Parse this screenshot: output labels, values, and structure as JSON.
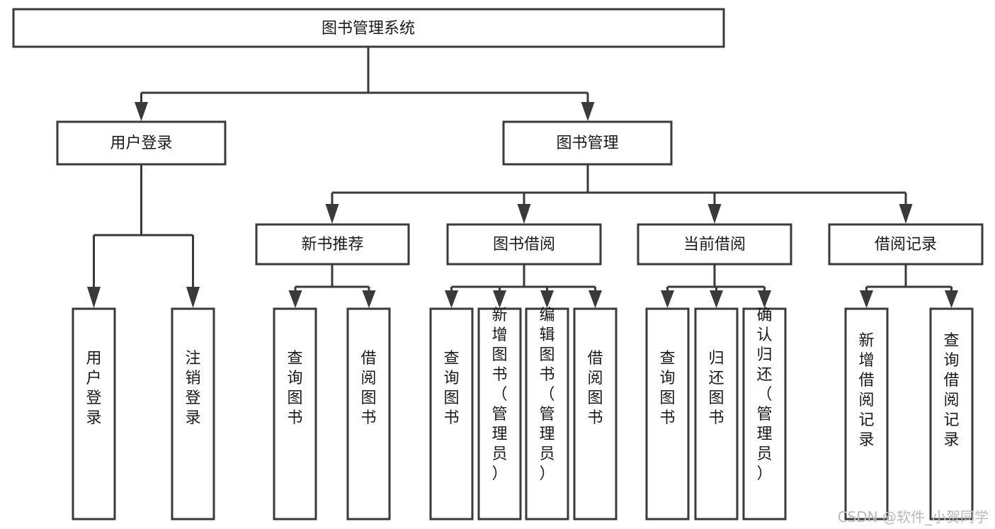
{
  "diagram": {
    "title": "图书管理系统",
    "type": "hierarchy-tree",
    "orientation": "top-down",
    "levels": 4,
    "colors": {
      "box_fill": "#ffffff",
      "box_stroke": "#3a3a3a",
      "connector": "#3a3a3a",
      "text": "#1a1a1a",
      "watermark": "#b9b9b9",
      "background": "#ffffff"
    },
    "root": {
      "id": "root",
      "label": "图书管理系统",
      "orientation": "horizontal"
    },
    "level2": [
      {
        "id": "user-login",
        "label": "用户登录",
        "orientation": "horizontal"
      },
      {
        "id": "book-management",
        "label": "图书管理",
        "orientation": "horizontal"
      }
    ],
    "level3": [
      {
        "id": "new-book-recommend",
        "label": "新书推荐",
        "orientation": "horizontal",
        "parent": "book-management"
      },
      {
        "id": "book-borrow",
        "label": "图书借阅",
        "orientation": "horizontal",
        "parent": "book-management"
      },
      {
        "id": "current-borrow",
        "label": "当前借阅",
        "orientation": "horizontal",
        "parent": "book-management"
      },
      {
        "id": "borrow-record",
        "label": "借阅记录",
        "orientation": "horizontal",
        "parent": "book-management"
      }
    ],
    "leaves": {
      "user-login": [
        {
          "id": "leaf-user-login",
          "label": "用户登录",
          "orientation": "vertical"
        },
        {
          "id": "leaf-logout",
          "label": "注销登录",
          "orientation": "vertical"
        }
      ],
      "new-book-recommend": [
        {
          "id": "leaf-query-book-1",
          "label": "查询图书",
          "orientation": "vertical"
        },
        {
          "id": "leaf-borrow-book-1",
          "label": "借阅图书",
          "orientation": "vertical"
        }
      ],
      "book-borrow": [
        {
          "id": "leaf-query-book-2",
          "label": "查询图书",
          "orientation": "vertical"
        },
        {
          "id": "leaf-add-book",
          "label": "新增图书（管理员）",
          "orientation": "vertical"
        },
        {
          "id": "leaf-edit-book",
          "label": "编辑图书（管理员）",
          "orientation": "vertical"
        },
        {
          "id": "leaf-borrow-book-2",
          "label": "借阅图书",
          "orientation": "vertical"
        }
      ],
      "current-borrow": [
        {
          "id": "leaf-query-book-3",
          "label": "查询图书",
          "orientation": "vertical"
        },
        {
          "id": "leaf-return-book",
          "label": "归还图书",
          "orientation": "vertical"
        },
        {
          "id": "leaf-confirm-return",
          "label": "确认归还（管理员）",
          "orientation": "vertical"
        }
      ],
      "borrow-record": [
        {
          "id": "leaf-add-record",
          "label": "新增借阅记录",
          "orientation": "vertical"
        },
        {
          "id": "leaf-query-record",
          "label": "查询借阅记录",
          "orientation": "vertical"
        }
      ]
    }
  },
  "watermark": {
    "text": "CSDN @软件_小贺同学"
  }
}
